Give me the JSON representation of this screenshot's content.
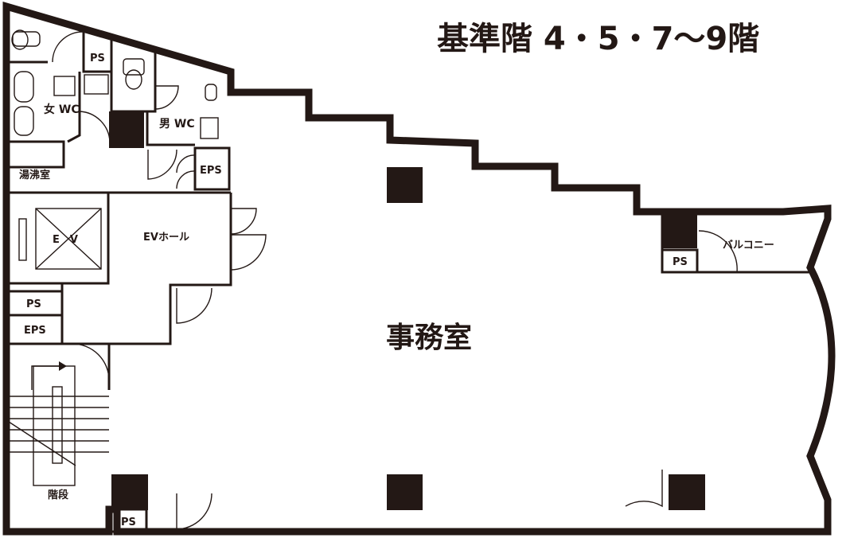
{
  "title": "基準階 4・5・7〜9階",
  "rooms": {
    "office": "事務室",
    "womens_wc": "女 WC",
    "mens_wc": "男 WC",
    "kitchenette": "湯沸室",
    "ev_hall": "EVホール",
    "ev": "E　V",
    "stairs": "階段",
    "balcony": "バルコニー",
    "ps_top": "PS",
    "eps_top": "EPS",
    "ps_left": "PS",
    "eps_left": "EPS",
    "ps_balcony": "PS",
    "ps_bottom": "PS"
  },
  "colors": {
    "line": "#231815",
    "background": "#ffffff"
  }
}
